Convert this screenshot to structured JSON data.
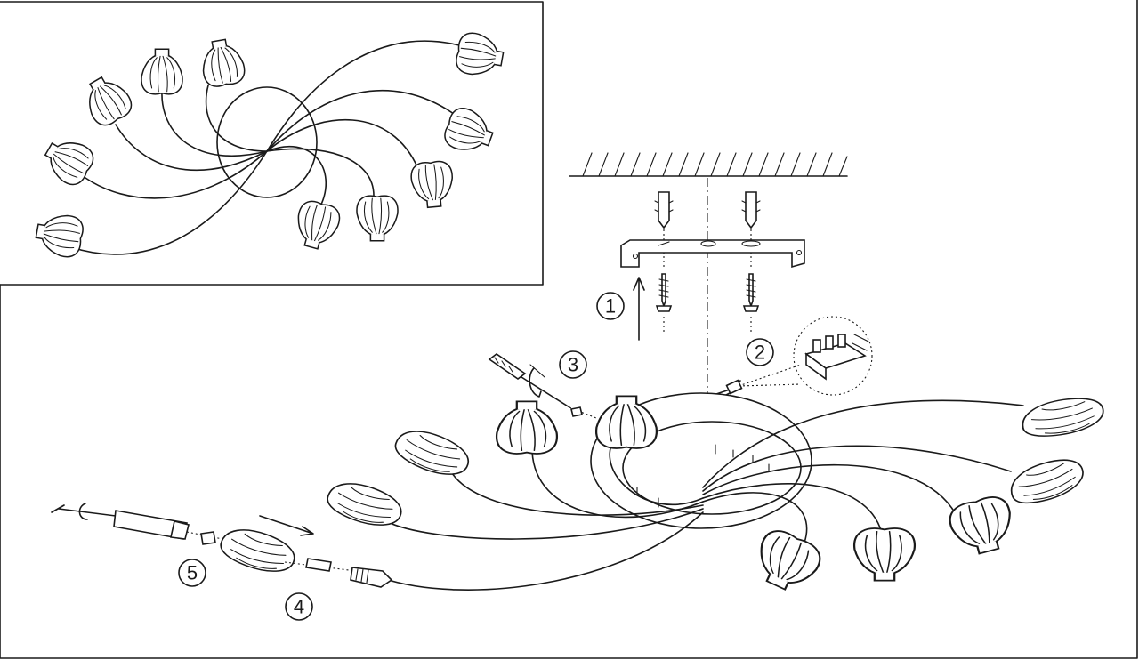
{
  "steps": [
    {
      "id": "step-1",
      "label": "1"
    },
    {
      "id": "step-2",
      "label": "2"
    },
    {
      "id": "step-3",
      "label": "3"
    },
    {
      "id": "step-4",
      "label": "4"
    },
    {
      "id": "step-5",
      "label": "5"
    }
  ],
  "icons": [
    "ceiling-hatch-icon",
    "wall-plug-icon",
    "screw-icon",
    "mounting-bracket-icon",
    "terminal-block-icon",
    "screwdriver-icon",
    "bulb-icon",
    "glass-shade-icon",
    "lamp-base-icon"
  ]
}
